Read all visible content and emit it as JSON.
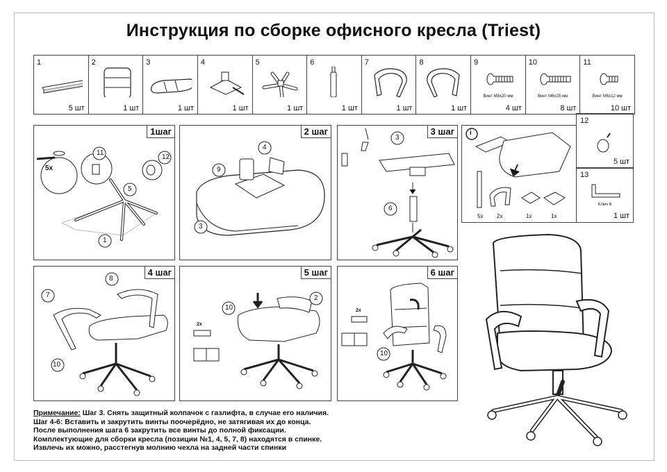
{
  "title": "Инструкция по сборке офисного кресла (Triest)",
  "parts": [
    {
      "num": "1",
      "qty": "5 шт",
      "icon": "rail-icon"
    },
    {
      "num": "2",
      "qty": "1 шт",
      "icon": "backrest-icon"
    },
    {
      "num": "3",
      "qty": "1 шт",
      "icon": "seat-icon"
    },
    {
      "num": "4",
      "qty": "1 шт",
      "icon": "mechanism-icon"
    },
    {
      "num": "5",
      "qty": "1 шт",
      "icon": "base-icon"
    },
    {
      "num": "6",
      "qty": "1 шт",
      "icon": "gaslift-icon"
    },
    {
      "num": "7",
      "qty": "1 шт",
      "icon": "armrest-left-icon"
    },
    {
      "num": "8",
      "qty": "1 шт",
      "icon": "armrest-right-icon"
    },
    {
      "num": "9",
      "qty": "4 шт",
      "caption": "Винт М8х20 мм",
      "icon": "screw-icon"
    },
    {
      "num": "10",
      "qty": "8 шт",
      "caption": "Винт М6х25 мм",
      "icon": "screw-icon"
    },
    {
      "num": "11",
      "qty": "10 шт",
      "caption": "Винт М6х12 мм",
      "icon": "screw-icon"
    }
  ],
  "side_parts": [
    {
      "num": "12",
      "qty": "5 шт",
      "icon": "caster-icon"
    },
    {
      "num": "13",
      "qty": "1 шт",
      "caption": "Ключ 6",
      "icon": "hex-key-icon"
    }
  ],
  "steps": [
    {
      "label": "1шаг",
      "callouts": [
        "11",
        "12",
        "5",
        "1"
      ],
      "multiplier": "5x"
    },
    {
      "label": "2 шаг",
      "callouts": [
        "4",
        "9",
        "3"
      ]
    },
    {
      "label": "3 шаг",
      "callouts": [
        "3",
        "6"
      ]
    },
    {
      "label": "4 шаг",
      "callouts": [
        "8",
        "7",
        "10"
      ]
    },
    {
      "label": "5 шаг",
      "callouts": [
        "10",
        "2"
      ],
      "multiplier": "2x"
    },
    {
      "label": "6 шаг",
      "callouts": [
        "10"
      ],
      "multiplier": "2x"
    }
  ],
  "info_box": {
    "info_symbol": "i",
    "counts": [
      "5x",
      "2x",
      "1x",
      "1x"
    ]
  },
  "notes": {
    "heading": "Примечание:",
    "line1": " Шаг 3. Снять защитный колпачок с газлифта, в случае его наличия.",
    "line2": "Шаг 4-6: Вставить и закрутить винты поочерёдно, не затягивая их до конца.",
    "line3": "После выполнения шага 6 закрутить все винты до полной фиксации.",
    "line4": "Комплектующие для сборки кресла (позиции №1, 4, 5, 7, 8) находятся в спинке.",
    "line5": "Извлечь их можно, расстегнув молнию чехла на задней части спинки"
  }
}
